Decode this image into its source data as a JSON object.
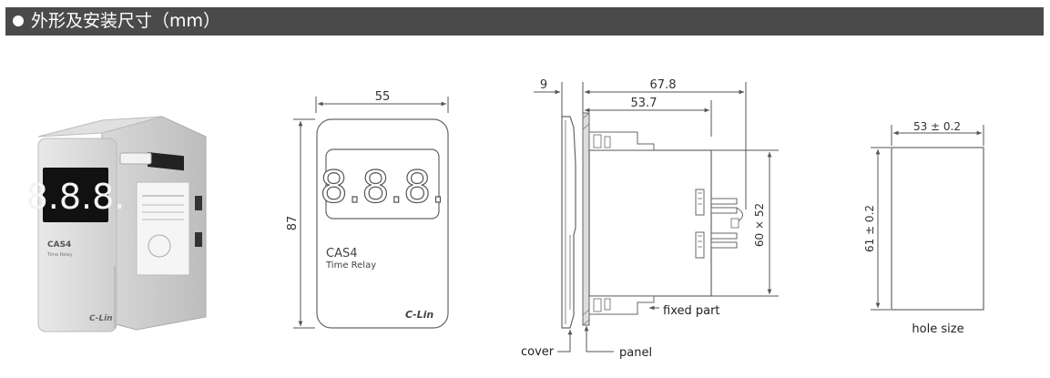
{
  "header": {
    "title": "外形及安装尺寸（mm）"
  },
  "product_photo": {
    "display_digits": "8.8.8.",
    "model": "CAS4",
    "subtitle": "Time Relay",
    "brand": "C-Lin"
  },
  "front_view": {
    "width_label": "55",
    "height_label": "87",
    "display_digits": "8.8.8.",
    "model": "CAS4",
    "subtitle": "Time Relay",
    "brand": "C-Lin"
  },
  "side_view": {
    "dim_9": "9",
    "dim_total": "67.8",
    "dim_body": "53.7",
    "dim_vertical": "60 × 52",
    "label_fixed_part": "fixed part",
    "label_cover": "cover",
    "label_panel": "panel"
  },
  "hole_view": {
    "width_label": "53 ± 0.2",
    "height_label": "61 ± 0.2",
    "caption": "hole size"
  },
  "colors": {
    "header_bg": "#4a4a4a",
    "line": "#555555",
    "display_bg": "#111111"
  }
}
